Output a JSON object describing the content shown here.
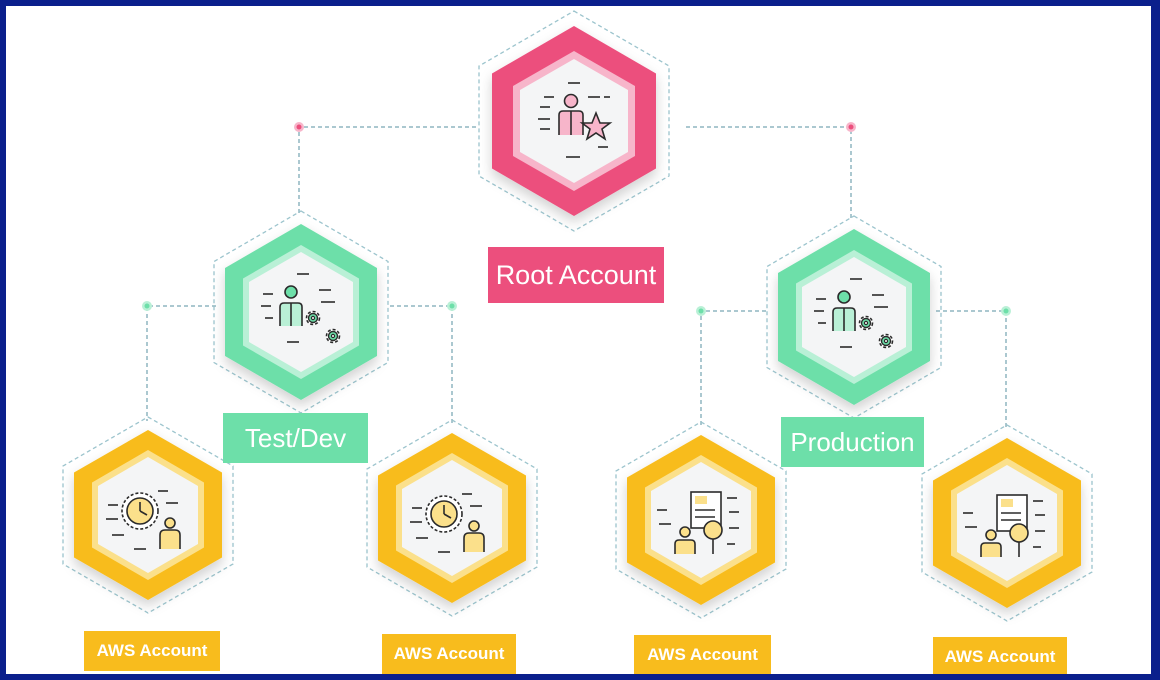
{
  "root": {
    "label": "Root Account",
    "icon": "user-star-icon",
    "color": "#ec4f7d"
  },
  "branches": [
    {
      "label": "Test/Dev",
      "icon": "user-gears-icon",
      "color": "#6ddfa9"
    },
    {
      "label": "Production",
      "icon": "user-gears-icon",
      "color": "#6ddfa9"
    }
  ],
  "accounts": [
    {
      "label": "AWS Account",
      "icon": "clock-user-icon",
      "parent": "Test/Dev"
    },
    {
      "label": "AWS Account",
      "icon": "clock-user-icon",
      "parent": "Test/Dev"
    },
    {
      "label": "AWS Account",
      "icon": "document-search-user-icon",
      "parent": "Production"
    },
    {
      "label": "AWS Account",
      "icon": "document-search-user-icon",
      "parent": "Production"
    }
  ],
  "colors": {
    "frame": "#0b1f8c",
    "root": "#ec4f7d",
    "branch": "#6ddfa9",
    "account": "#f8bc1d",
    "connector": "#8fb6c0"
  }
}
